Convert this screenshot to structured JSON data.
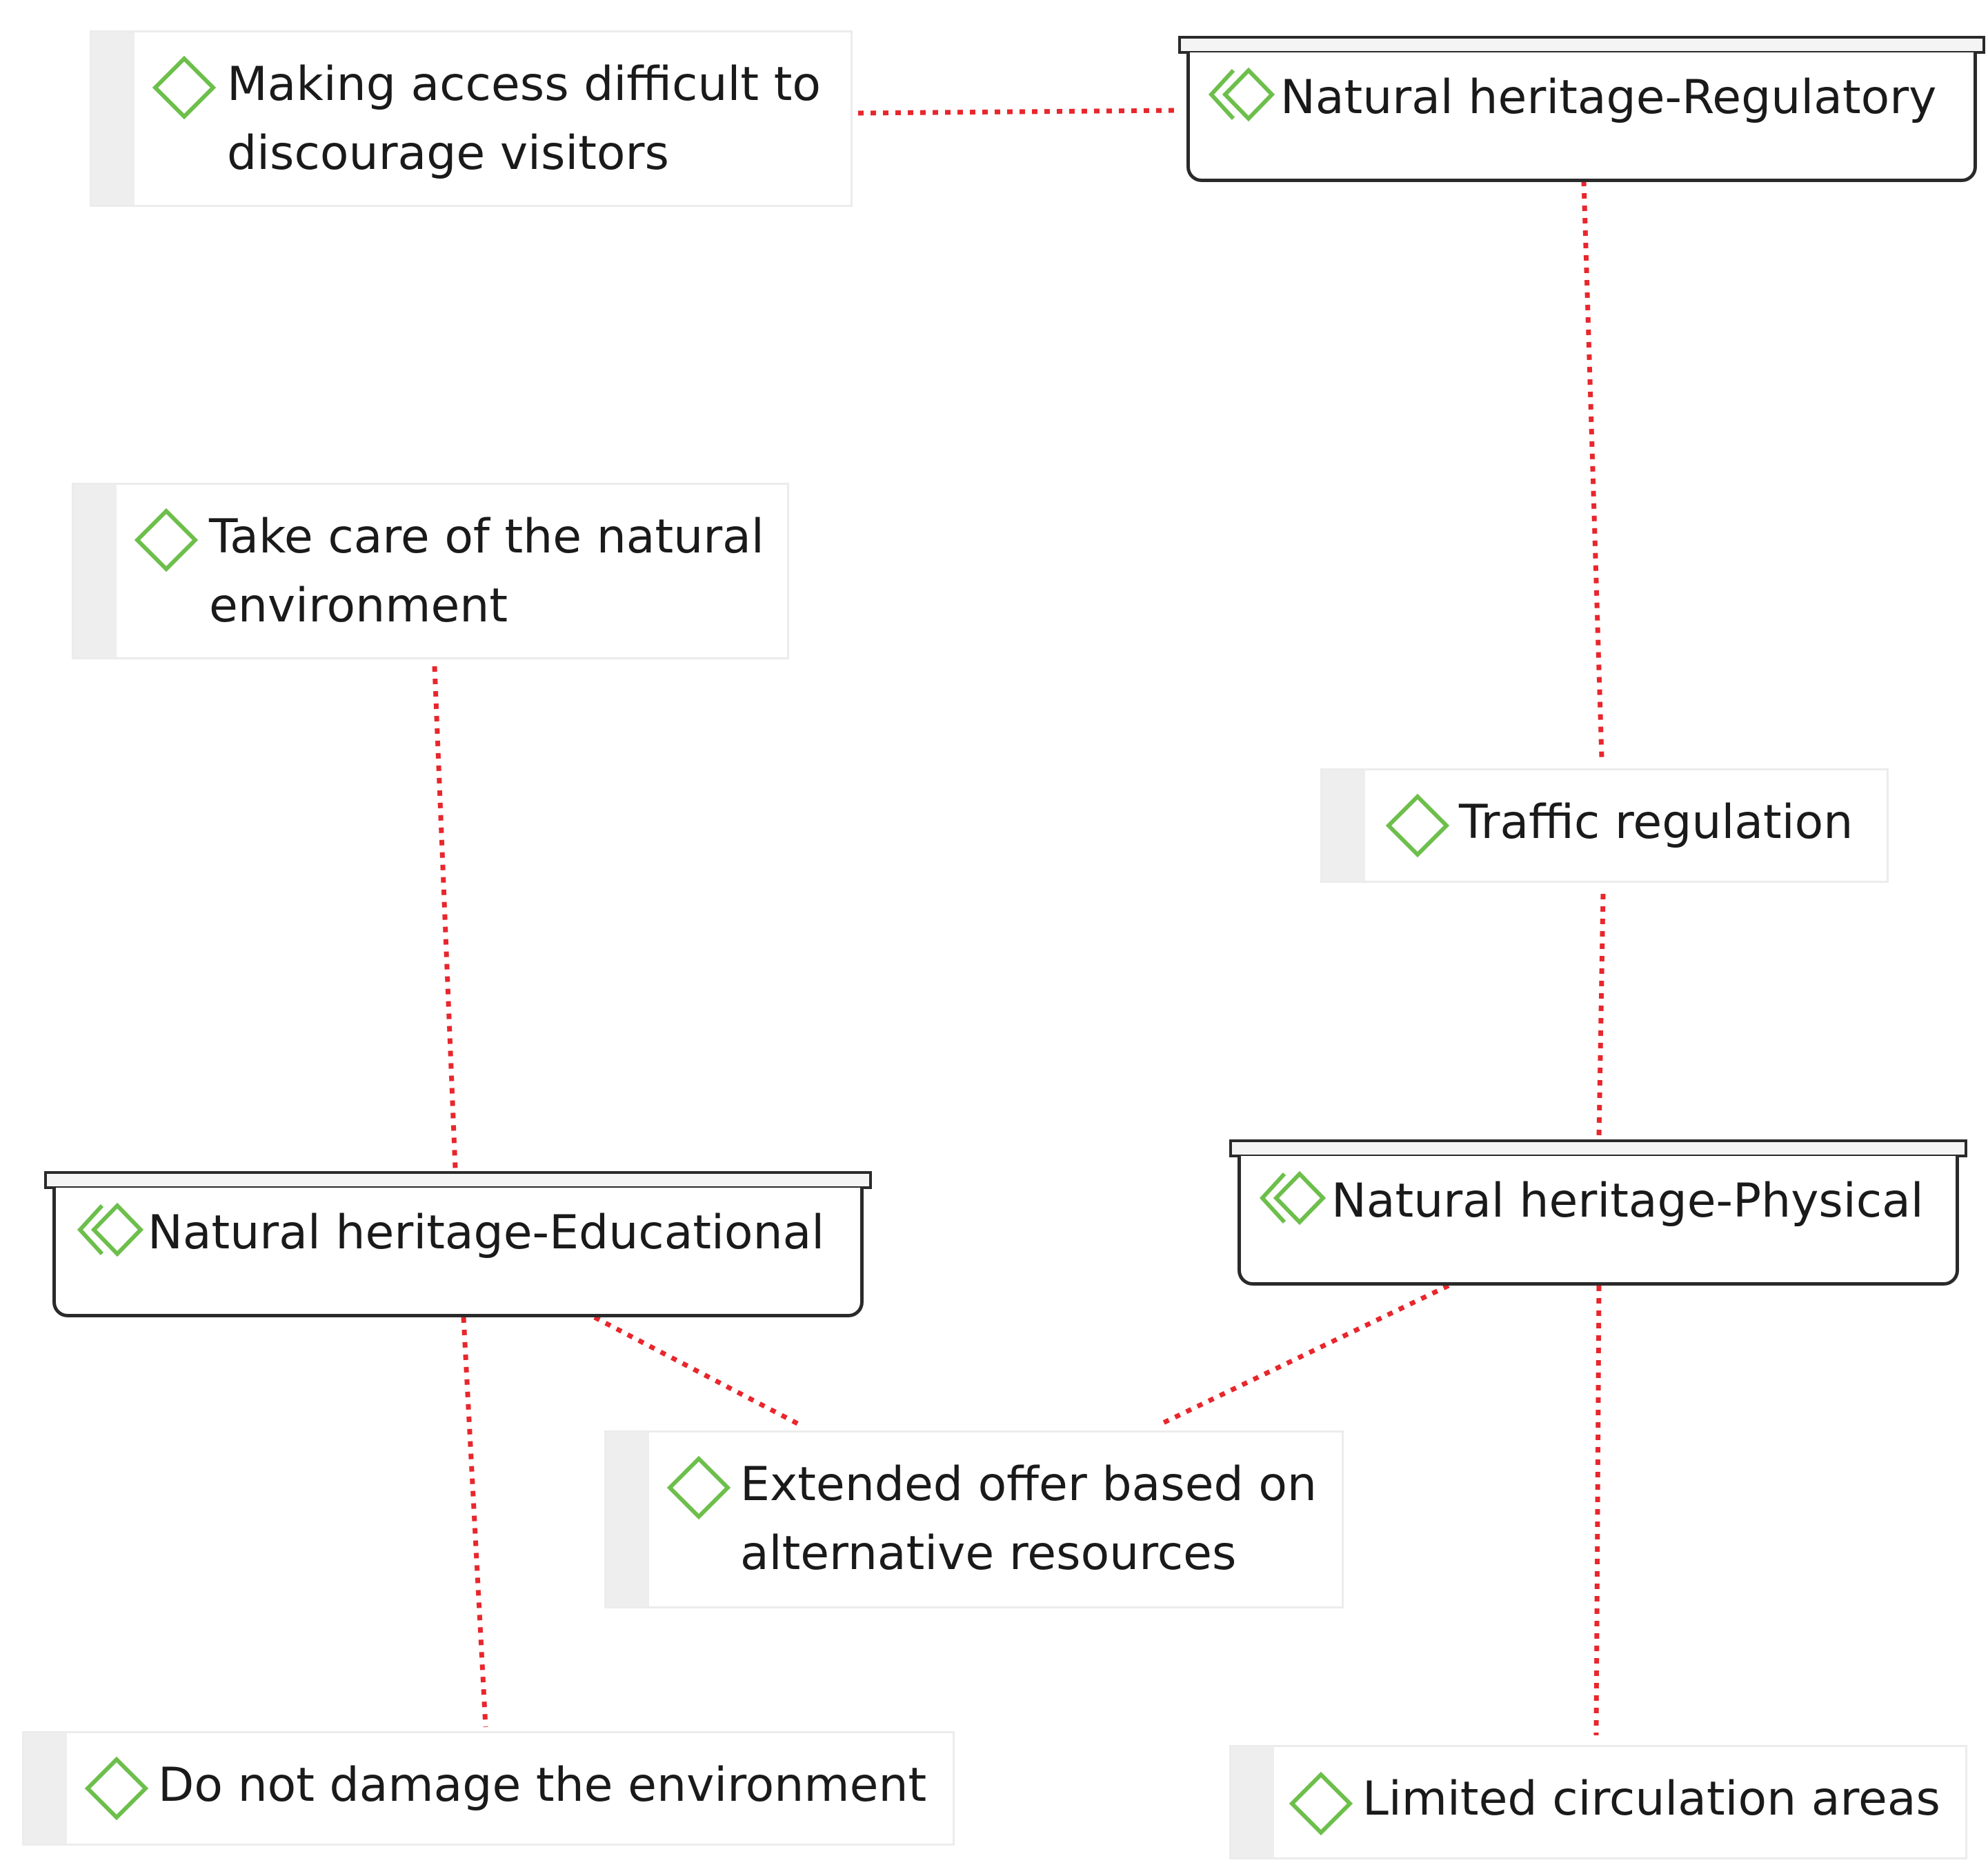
{
  "colors": {
    "connector": "#e8262c",
    "icon_green": "#6dbf4b",
    "set_border": "#2a2a2a",
    "code_strip": "#eeeeee"
  },
  "icons": {
    "code": "diamond-icon",
    "set": "double-diamond-icon"
  },
  "codes": {
    "making_access": "Making access difficult to\ndiscourage visitors",
    "take_care": "Take care of the natural\nenvironment",
    "traffic_regulation": "Traffic regulation",
    "extended_offer": "Extended offer based on\nalternative resources",
    "do_not_damage": "Do not damage the environment",
    "limited_circulation": "Limited circulation areas"
  },
  "sets": {
    "regulatory": "Natural heritage-Regulatory",
    "educational": "Natural heritage-Educational",
    "physical": "Natural heritage-Physical"
  }
}
